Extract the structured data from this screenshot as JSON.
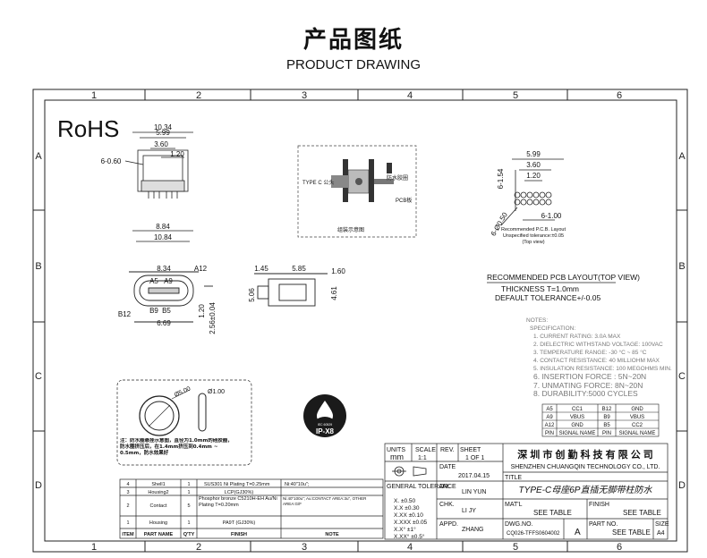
{
  "header": {
    "title_cn": "产品图纸",
    "title_en": "PRODUCT DRAWING"
  },
  "frame": {
    "col_labels": [
      "1",
      "2",
      "3",
      "4",
      "5",
      "6"
    ],
    "row_labels": [
      "A",
      "B",
      "C",
      "D"
    ]
  },
  "rohs": "RoHS",
  "view_top": {
    "dims": [
      "10.34",
      "5.99",
      "3.60",
      "1.20",
      "6-0.60",
      "8.84",
      "10.84"
    ]
  },
  "assembly": {
    "type_c_label": "TYPE C 公头",
    "ring_label": "防水胶圈",
    "pcb_label": "PCB板",
    "caption": "组装示意图"
  },
  "pcb_layout": {
    "dims": [
      "5.99",
      "3.60",
      "1.20",
      "6-1.54",
      "6-1.00",
      "6-Ø0.50"
    ],
    "caption_1": "Recommended P.C.B. Layout",
    "caption_2": "Unspecified tolerance:±0.05",
    "caption_3": "(Top view)"
  },
  "view_front": {
    "dims": [
      "8.34",
      "A12",
      "A5",
      "A9",
      "B12",
      "B9",
      "B5",
      "6.69",
      "1.20",
      "2.56±0.04"
    ]
  },
  "view_side": {
    "dims": [
      "1.45",
      "5.85",
      "1.60",
      "5.06",
      "4.61"
    ]
  },
  "pcb_note": {
    "title": "RECOMMENDED PCB LAYOUT(TOP VIEW)",
    "thickness": "THICKNESS T=1.0mm",
    "tolerance": "DEFAULT TOLERANCE+/-0.05"
  },
  "notes": {
    "title": "NOTES:",
    "spec": "SPECIFICATION:",
    "items": [
      "1. CURRENT RATING: 3.0A MAX",
      "2. DIELECTRIC WITHSTAND VOLTAGE: 100VAC",
      "3. TEMPERATURE RANGE: -30 °C ~ 85 °C",
      "4. CONTACT RESISTANCE: 40 MILLIOHM MAX",
      "5. INSULATION RESISTANCE: 100 MEGOHMS MIN.",
      "6. INSERTION FORCE : 5N~20N",
      "7. UNMATING FORCE: 8N~20N",
      "8. DURABILITY:5000 CYCLES"
    ]
  },
  "pin_table": {
    "rows": [
      [
        "A5",
        "CC1",
        "B12",
        "GND"
      ],
      [
        "A9",
        "VBUS",
        "B9",
        "VBUS"
      ],
      [
        "A12",
        "GND",
        "B5",
        "CC2"
      ],
      [
        "PIN",
        "SIGNAL NAME",
        "PIN",
        "SIGNAL NAME"
      ]
    ]
  },
  "seal_detail": {
    "dim_1": "Ø5.00",
    "dim_2": "Ø1.00",
    "note": "注：防水圈悬挂示意图，直径为1.0mm的硅胶圈，防水圈挤压后，在1.4mm挤压到0.4mm ~ 0.5mm，防水效果好"
  },
  "ip_badge": {
    "top": "IEC 60529",
    "bottom": "IP-X8"
  },
  "bom": {
    "rows": [
      [
        "4",
        "Shell1",
        "1",
        "SUS301 Ni  Plating  T=0.25mm",
        "Ni:40\"10u\";"
      ],
      [
        "3",
        "Housing2",
        "1",
        "LCP(GJ30%)",
        ""
      ],
      [
        "2",
        "Contact",
        "5",
        "Phosphor bronze C5210H-EH Au/Ni  Plating  T=0.20mm",
        "Ni:40\"100u\"; Au:CONTACT AREA:3u\", OTHER AREA:G/F"
      ],
      [
        "1",
        "Housing",
        "1",
        "PA9T (GJ30%)",
        ""
      ]
    ],
    "headers": [
      "ITEM",
      "PART  NAME",
      "Q'TY",
      "FINISH",
      "NOTE"
    ]
  },
  "title_block": {
    "units_label": "UNITS",
    "units_value": "mm",
    "scale_label": "SCALE",
    "scale_value": "1:1",
    "rev_label": "REV.",
    "sheet_label": "SHEET",
    "sheet_value": "1  OF  1",
    "company_cn": "深 圳 市 创 勤 科 技 有 限 公 司",
    "company_en": "SHENZHEN CHUANGQIN TECHNOLOGY CO., LTD.",
    "date_label": "DATE",
    "date_value": "2017.04.15",
    "title_label": "TITLE",
    "title_value": "TYPE-C母座6P直插无脚带柱防水",
    "general_tol": "GENERAL TOLERANCE",
    "tol_lines": [
      "X.       ±0.50",
      "X.X      ±0.30",
      "X.XX     ±0.10",
      "X.XXX ±0.05",
      "X.X°     ±1°",
      "X.XX°   ±0.5°"
    ],
    "dr_label": "DR.",
    "dr_value": "LIN YUN",
    "chk_label": "CHK.",
    "chk_value": "LI JY",
    "appd_label": "APPD.",
    "appd_value": "ZHANG",
    "matl_label": "MAT'L",
    "matl_value": "SEE  TABLE",
    "finish_label": "FINISH",
    "finish_value": "SEE  TABLE",
    "dwg_label": "DWG.NO.",
    "dwg_value": "CQ026-TFFS0604002",
    "dwg_rev": "A",
    "partno_label": "PART  NO.",
    "partno_value": "SEE  TABLE",
    "size_label": "SIZE",
    "size_value": "A4"
  }
}
